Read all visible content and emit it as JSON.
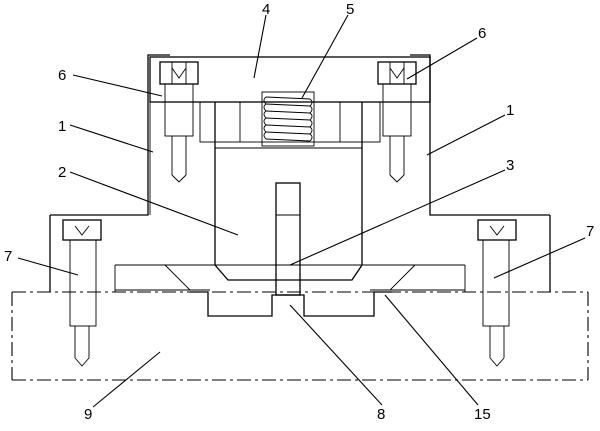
{
  "labels": {
    "n1_left": "1",
    "n1_right": "1",
    "n2": "2",
    "n3": "3",
    "n4": "4",
    "n5": "5",
    "n6_left": "6",
    "n6_right": "6",
    "n7_left": "7",
    "n7_right": "7",
    "n8": "8",
    "n9": "9",
    "n15": "15"
  }
}
